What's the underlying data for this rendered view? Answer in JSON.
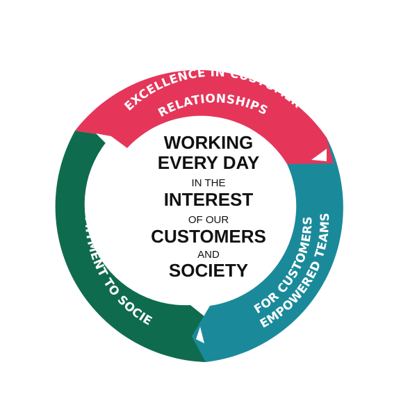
{
  "diagram": {
    "center": {
      "lines": [
        {
          "text": "WORKING",
          "style": "big"
        },
        {
          "text": "EVERY DAY",
          "style": "big"
        },
        {
          "text": "IN THE",
          "style": "small"
        },
        {
          "text": "INTEREST",
          "style": "big"
        },
        {
          "text": "OF OUR",
          "style": "small"
        },
        {
          "text": "CUSTOMERS",
          "style": "big"
        },
        {
          "text": "AND",
          "style": "small"
        },
        {
          "text": "SOCIETY",
          "style": "big"
        }
      ]
    },
    "segments": [
      {
        "key": "excellence",
        "line1": "EXCELLENCE IN CUSTOMER",
        "line2": "RELATIONSHIPS",
        "color": "#e5365a"
      },
      {
        "key": "empowered",
        "line1": "EMPOWERED TEAMS",
        "line2": "FOR CUSTOMERS",
        "color": "#1a8a9b"
      },
      {
        "key": "commitment",
        "line1": "COMMITMENT TO SOCIETY",
        "line2": "",
        "color": "#0f6b4e"
      }
    ]
  }
}
